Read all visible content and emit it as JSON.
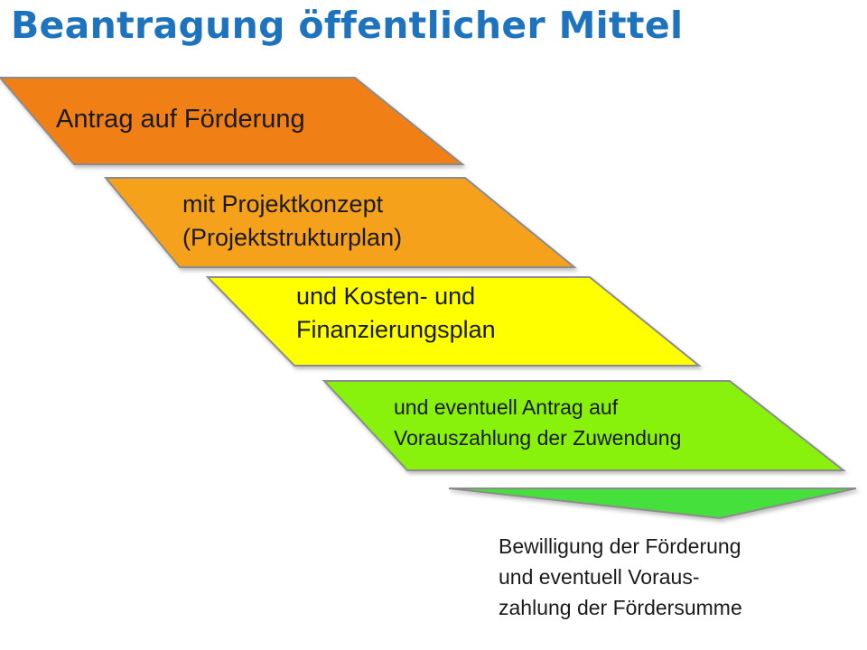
{
  "title": "Beantragung öffentlicher Mittel",
  "steps": [
    {
      "lines": [
        "Antrag auf Förderung"
      ],
      "color": "#f07f14"
    },
    {
      "lines": [
        "mit Projektkonzept",
        "(Projektstrukturplan)"
      ],
      "color": "#f5a11a"
    },
    {
      "lines": [
        "und Kosten- und",
        "Finanzierungsplan"
      ],
      "color": "#ffff00"
    },
    {
      "lines": [
        "und eventuell Antrag auf",
        "Vorauszahlung der Zuwendung"
      ],
      "color": "#88f20c"
    }
  ],
  "result": {
    "lines": [
      "Bewilligung der Förderung",
      "und eventuell Voraus-",
      "zahlung der Fördersumme"
    ],
    "arrow_color": "#44e03a"
  }
}
